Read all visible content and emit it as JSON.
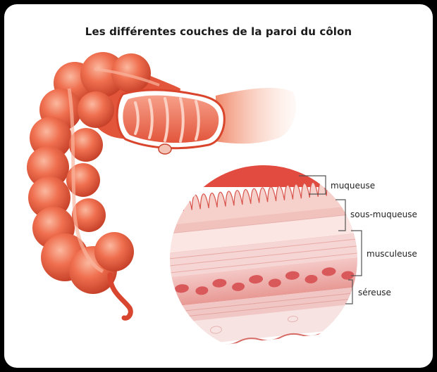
{
  "title": "Les différentes couches de la paroi du côlon",
  "layers": [
    {
      "label": "muqueuse"
    },
    {
      "label": "sous-muqueuse"
    },
    {
      "label": "musculeuse"
    },
    {
      "label": "séreuse"
    }
  ],
  "colors": {
    "colon": "#e8553a",
    "colon_light": "#f7a58c",
    "colon_dark": "#b8321f",
    "tissue_pink": "#f3b8b4",
    "muscle": "#e26f6f",
    "bracket": "#555555"
  }
}
